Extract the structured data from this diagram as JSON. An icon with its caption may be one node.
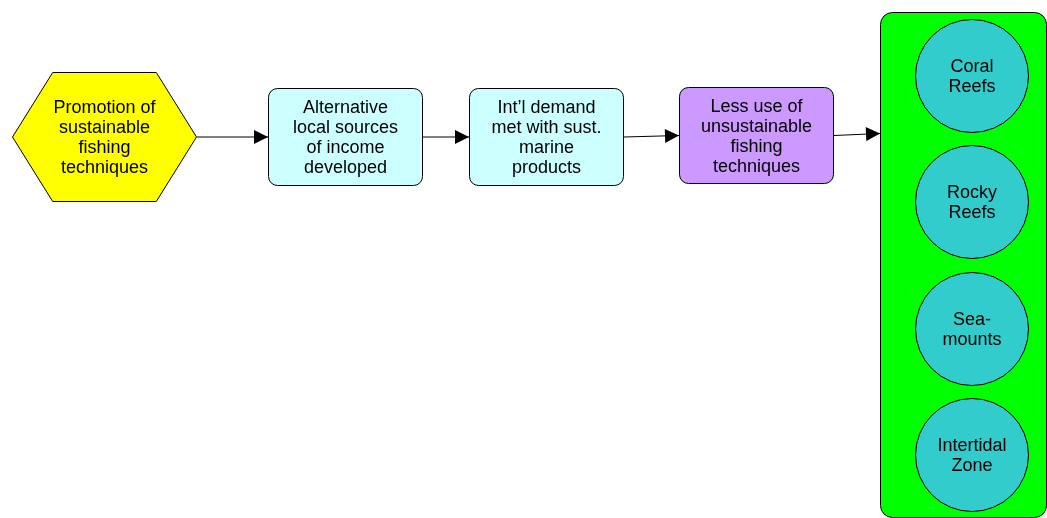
{
  "diagram": {
    "nodes": [
      {
        "text": [
          "Promotion of sustainable fishing techniques"
        ]
      },
      {
        "text": [
          "Alternative local sources of income developed"
        ]
      },
      {
        "text": [
          "Int’l demand met with sust. marine products"
        ]
      },
      {
        "text": [
          "Less use of unsustainable fishing techniques"
        ]
      },
      {
        "text": [],
        "shape": "box"
      },
      {
        "text": [
          "Coral Reefs"
        ],
        "in": 4
      },
      {
        "text": [
          "Rocky Reefs"
        ],
        "in": 4
      },
      {
        "text": [
          "Sea- mounts"
        ],
        "in": 4
      },
      {
        "text": [
          "Intertidal Zone"
        ],
        "in": 4
      }
    ],
    "edges": [
      {
        "from": 0,
        "to": 1,
        "arrow": "to"
      },
      {
        "from": 1,
        "to": 2,
        "arrow": "to"
      },
      {
        "from": 2,
        "to": 3,
        "arrow": "to"
      },
      {
        "from": 3,
        "to": 4,
        "arrow": "to"
      }
    ]
  }
}
